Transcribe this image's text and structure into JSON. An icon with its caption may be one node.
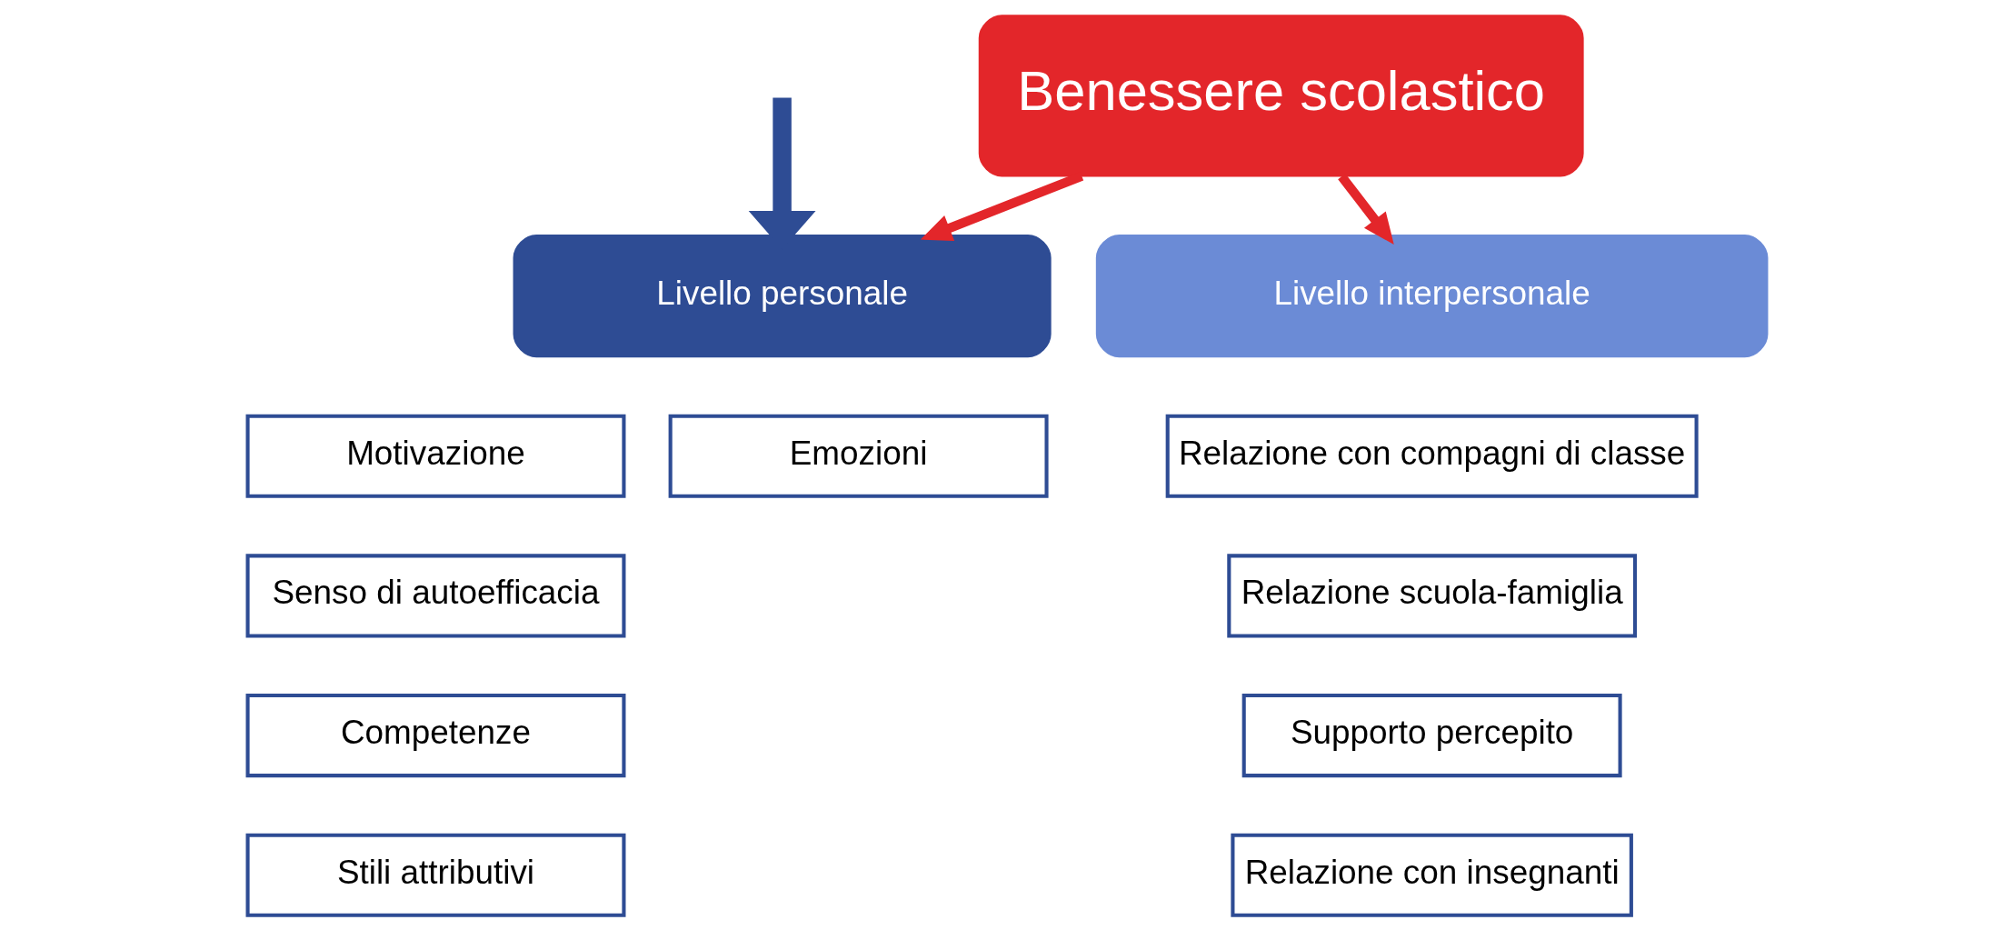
{
  "diagram": {
    "nodes": [
      {
        "text": [
          "Benessere scolastico"
        ]
      },
      {
        "text": [
          "Livello personale"
        ]
      },
      {
        "text": [
          "Livello interpersonale"
        ]
      },
      {
        "text": [
          "Motivazione"
        ]
      },
      {
        "text": [
          "Emozioni"
        ]
      },
      {
        "text": [
          "Senso di autoefficacia"
        ]
      },
      {
        "text": [
          "Competenze"
        ]
      },
      {
        "text": [
          "Stili attributivi"
        ]
      },
      {
        "text": [
          "Relazione con compagni di classe"
        ]
      },
      {
        "text": [
          "Relazione scuola-famiglia"
        ]
      },
      {
        "text": [
          "Supporto percepito"
        ]
      },
      {
        "text": [
          "Relazione con insegnanti"
        ]
      }
    ],
    "edges": [
      {
        "from": 0,
        "to": 1,
        "arrow": "to"
      },
      {
        "from": 0,
        "to": 2,
        "arrow": "to"
      },
      {
        "from": null,
        "to": 1,
        "arrow": "to",
        "style": "thick",
        "color": "#2e4c94"
      }
    ]
  }
}
